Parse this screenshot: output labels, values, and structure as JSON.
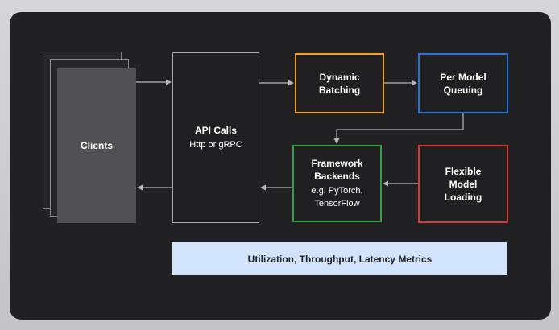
{
  "diagram": {
    "clients": {
      "title": "Clients"
    },
    "api_calls": {
      "title": "API Calls",
      "subtitle": "Http or gRPC"
    },
    "dynamic_batching": {
      "title": "Dynamic\nBatching",
      "border_color": "#f0a01a"
    },
    "per_model_queuing": {
      "title": "Per Model\nQueuing",
      "border_color": "#2a72d8"
    },
    "framework_backends": {
      "title": "Framework\nBackends",
      "subtitle": "e.g. PyTorch,\nTensorFlow",
      "border_color": "#36a048"
    },
    "flexible_model_loading": {
      "title": "Flexible\nModel\nLoading",
      "border_color": "#d83a34"
    },
    "metrics_bar": {
      "label": "Utilization, Throughput, Latency Metrics",
      "background": "#d2e3fc"
    }
  }
}
